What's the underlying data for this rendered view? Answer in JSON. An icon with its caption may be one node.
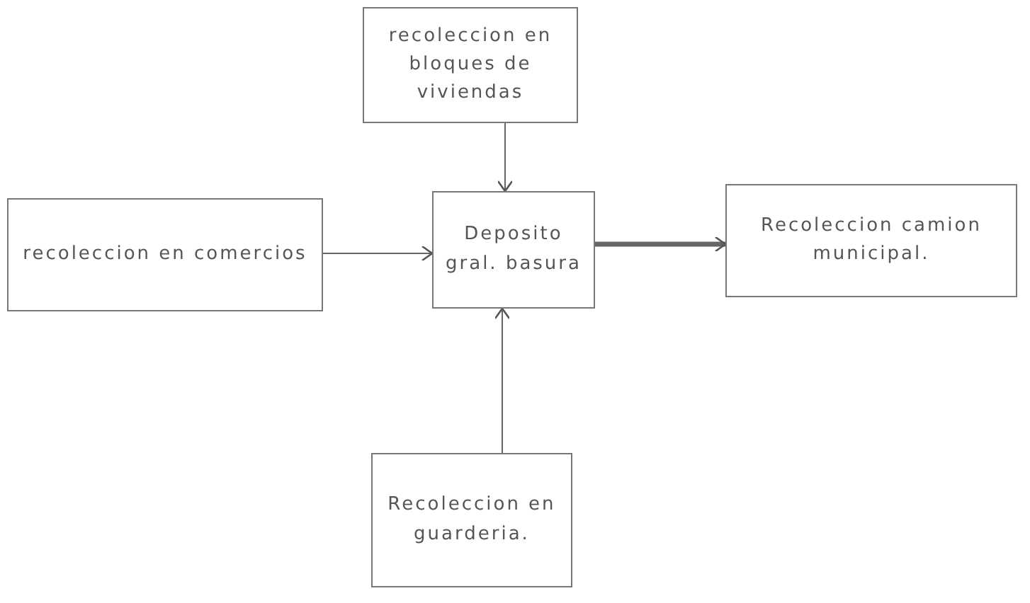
{
  "diagram": {
    "nodes": [
      {
        "text": [
          "recoleccion en bloques de viviendas"
        ]
      },
      {
        "text": [
          "recoleccion en comercios"
        ]
      },
      {
        "text": [
          "Deposito gral. basura"
        ]
      },
      {
        "text": [
          "Recoleccion camion municipal."
        ]
      },
      {
        "text": [
          "Recoleccion en guarderia."
        ]
      }
    ],
    "edges": [
      {
        "from": 0,
        "to": 2,
        "arrow": "to"
      },
      {
        "from": 1,
        "to": 2,
        "arrow": "to"
      },
      {
        "from": 2,
        "to": 3,
        "arrow": "to",
        "style": "thick"
      },
      {
        "from": 4,
        "to": 2,
        "arrow": "to"
      }
    ]
  }
}
